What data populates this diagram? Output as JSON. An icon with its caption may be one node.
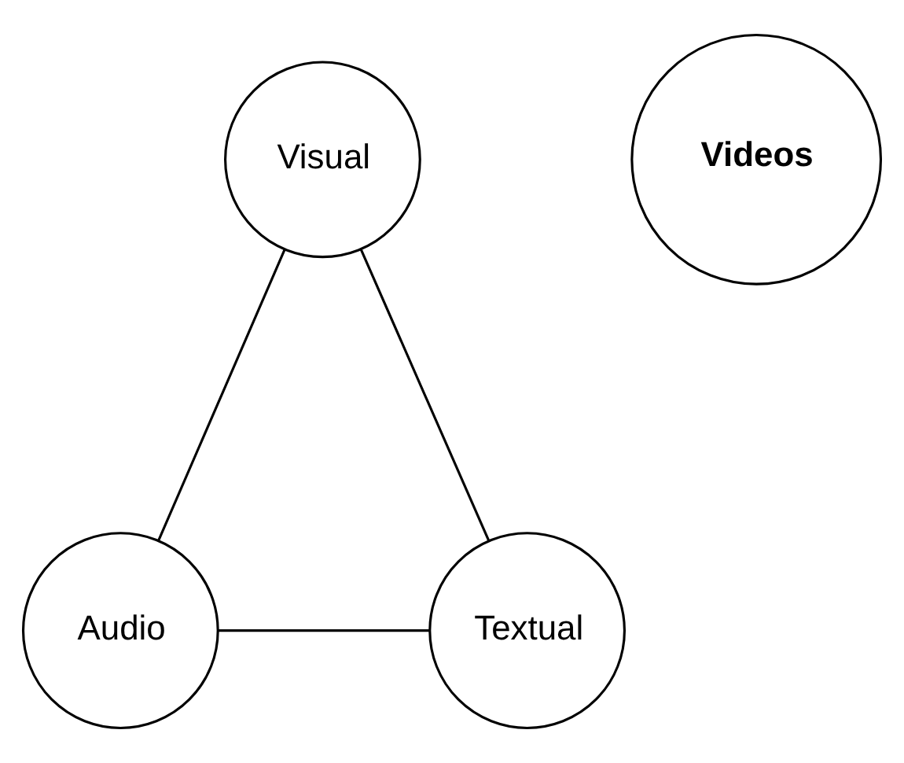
{
  "diagram": {
    "nodes": [
      {
        "text": [
          "Visual"
        ]
      },
      {
        "text": [
          "Videos"
        ]
      },
      {
        "text": [
          "Audio"
        ]
      },
      {
        "text": [
          "Textual"
        ]
      }
    ],
    "edges": [
      {
        "from": 0,
        "to": 2,
        "arrow": "none"
      },
      {
        "from": 0,
        "to": 3,
        "arrow": "none"
      },
      {
        "from": 2,
        "to": 3,
        "arrow": "none"
      }
    ]
  }
}
